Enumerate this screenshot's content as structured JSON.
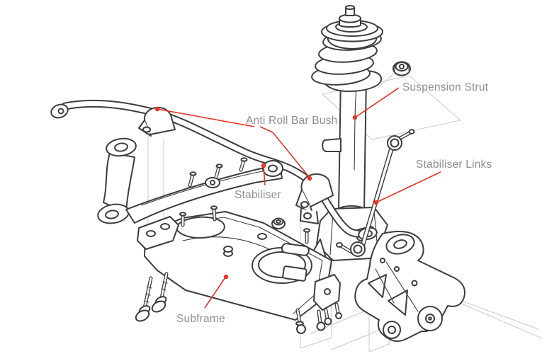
{
  "diagram": {
    "subject": "front-suspension-exploded-parts-diagram",
    "labels": {
      "suspension_strut": "Suspension Strut",
      "anti_roll_bar_bush": "Anti Roll Bar Bush",
      "stabiliser": "Stabiliser",
      "stabiliser_links": "Stabiliser Links",
      "subframe": "Subframe"
    },
    "colors": {
      "background": "#ffffff",
      "label_text": "#8f8f8f",
      "leader_line": "#ee3124",
      "part_outline": "#3d3d3d",
      "guide_line": "#c9c9c9"
    }
  }
}
